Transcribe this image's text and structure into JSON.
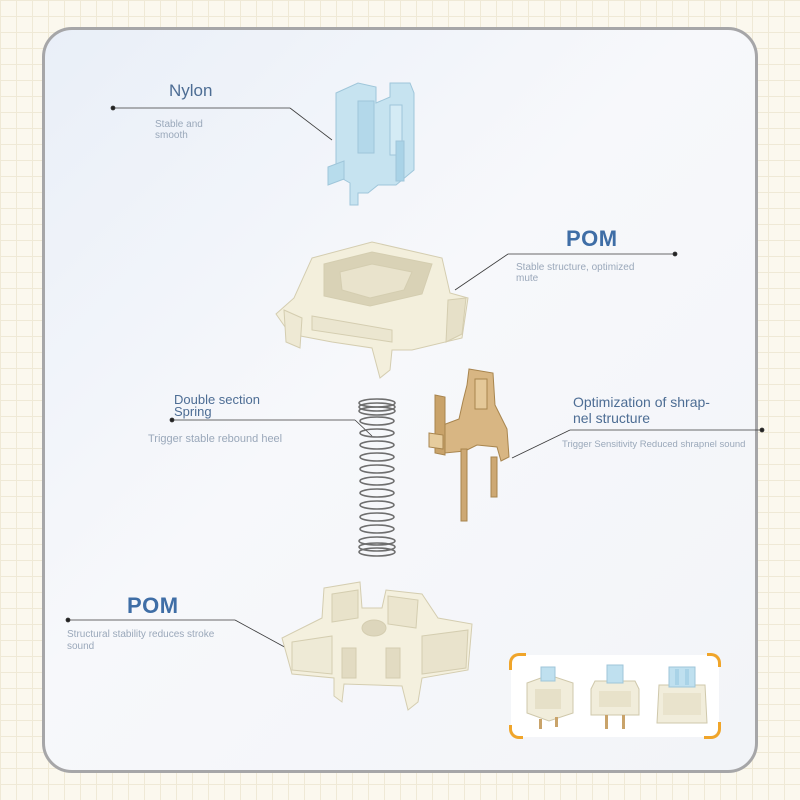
{
  "parts": {
    "nylon": {
      "title": "Nylon",
      "desc_line1": "Stable and",
      "desc_line2": "smooth"
    },
    "top_housing": {
      "title": "POM",
      "desc_line1": "Stable structure, optimized",
      "desc_line2": "mute"
    },
    "spring": {
      "title_line1": "Double section",
      "title_line2": "Spring",
      "desc": "Trigger stable rebound heel"
    },
    "shrapnel": {
      "title_line1": "Optimization of shrap-",
      "title_line2": "nel structure",
      "desc": "Trigger Sensitivity Reduced shrapnel sound"
    },
    "bottom_housing": {
      "title": "POM",
      "desc_line1": "Structural stability reduces stroke",
      "desc_line2": "sound"
    }
  },
  "colors": {
    "stem": "#bfe0ef",
    "housing": "#f3efdc",
    "metal": "#d8b683",
    "accent_title": "#3f6ea6",
    "frame_corner": "#f0a52a"
  }
}
